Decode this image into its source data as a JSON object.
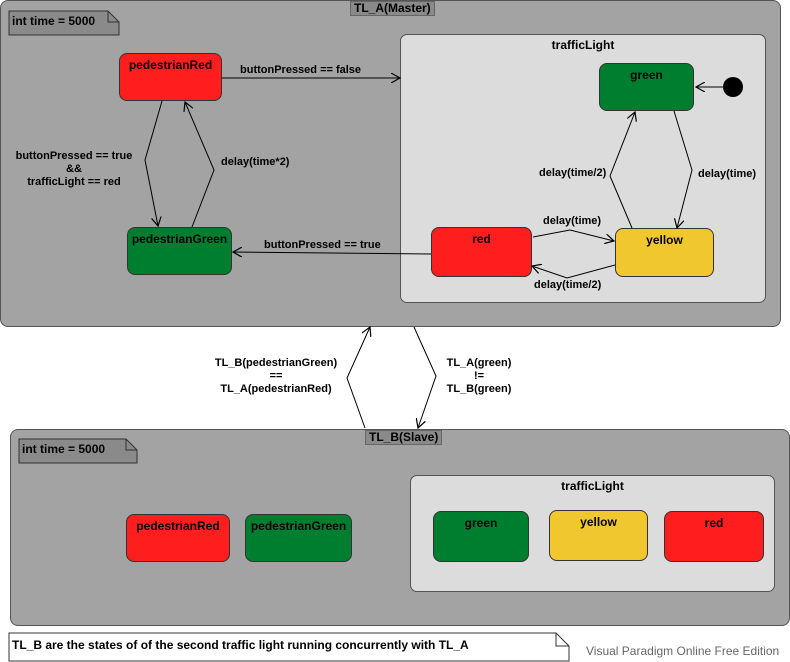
{
  "watermark": "Visual Paradigm Online Free Edition",
  "tl_a": {
    "title": "TL_A(Master)",
    "note": "int time = 5000",
    "states": {
      "pedestrian_red": "pedestrianRed",
      "pedestrian_green": "pedestrianGreen"
    },
    "traffic_light": {
      "title": "trafficLight",
      "green": "green",
      "yellow": "yellow",
      "red": "red"
    },
    "transitions": {
      "ped_red_to_traffic": "buttonPressed == false",
      "ped_red_to_green": [
        "buttonPressed == true",
        "&&",
        "trafficLight == red"
      ],
      "ped_green_to_red": "delay(time*2)",
      "red_to_ped_green": "buttonPressed == true",
      "green_to_yellow": "delay(time)",
      "yellow_to_green": "delay(time/2)",
      "red_to_yellow": "delay(time)",
      "yellow_to_red": "delay(time/2)"
    }
  },
  "sync": {
    "up": [
      "TL_B(pedestrianGreen)",
      "==",
      "TL_A(pedestrianRed)"
    ],
    "down": [
      "TL_A(green)",
      "!=",
      "TL_B(green)"
    ]
  },
  "tl_b": {
    "title": "TL_B(Slave)",
    "note": "int time = 5000",
    "states": {
      "pedestrian_red": "pedestrianRed",
      "pedestrian_green": "pedestrianGreen"
    },
    "traffic_light": {
      "title": "trafficLight",
      "green": "green",
      "yellow": "yellow",
      "red": "red"
    }
  },
  "footer_note": "TL_B are the states of of the second traffic light running concurrently with TL_A",
  "colors": {
    "region": "#a3a3a3",
    "inner": "#dcdcdc",
    "red": "#ff1e1e",
    "green": "#007e30",
    "yellow": "#f1c730"
  }
}
